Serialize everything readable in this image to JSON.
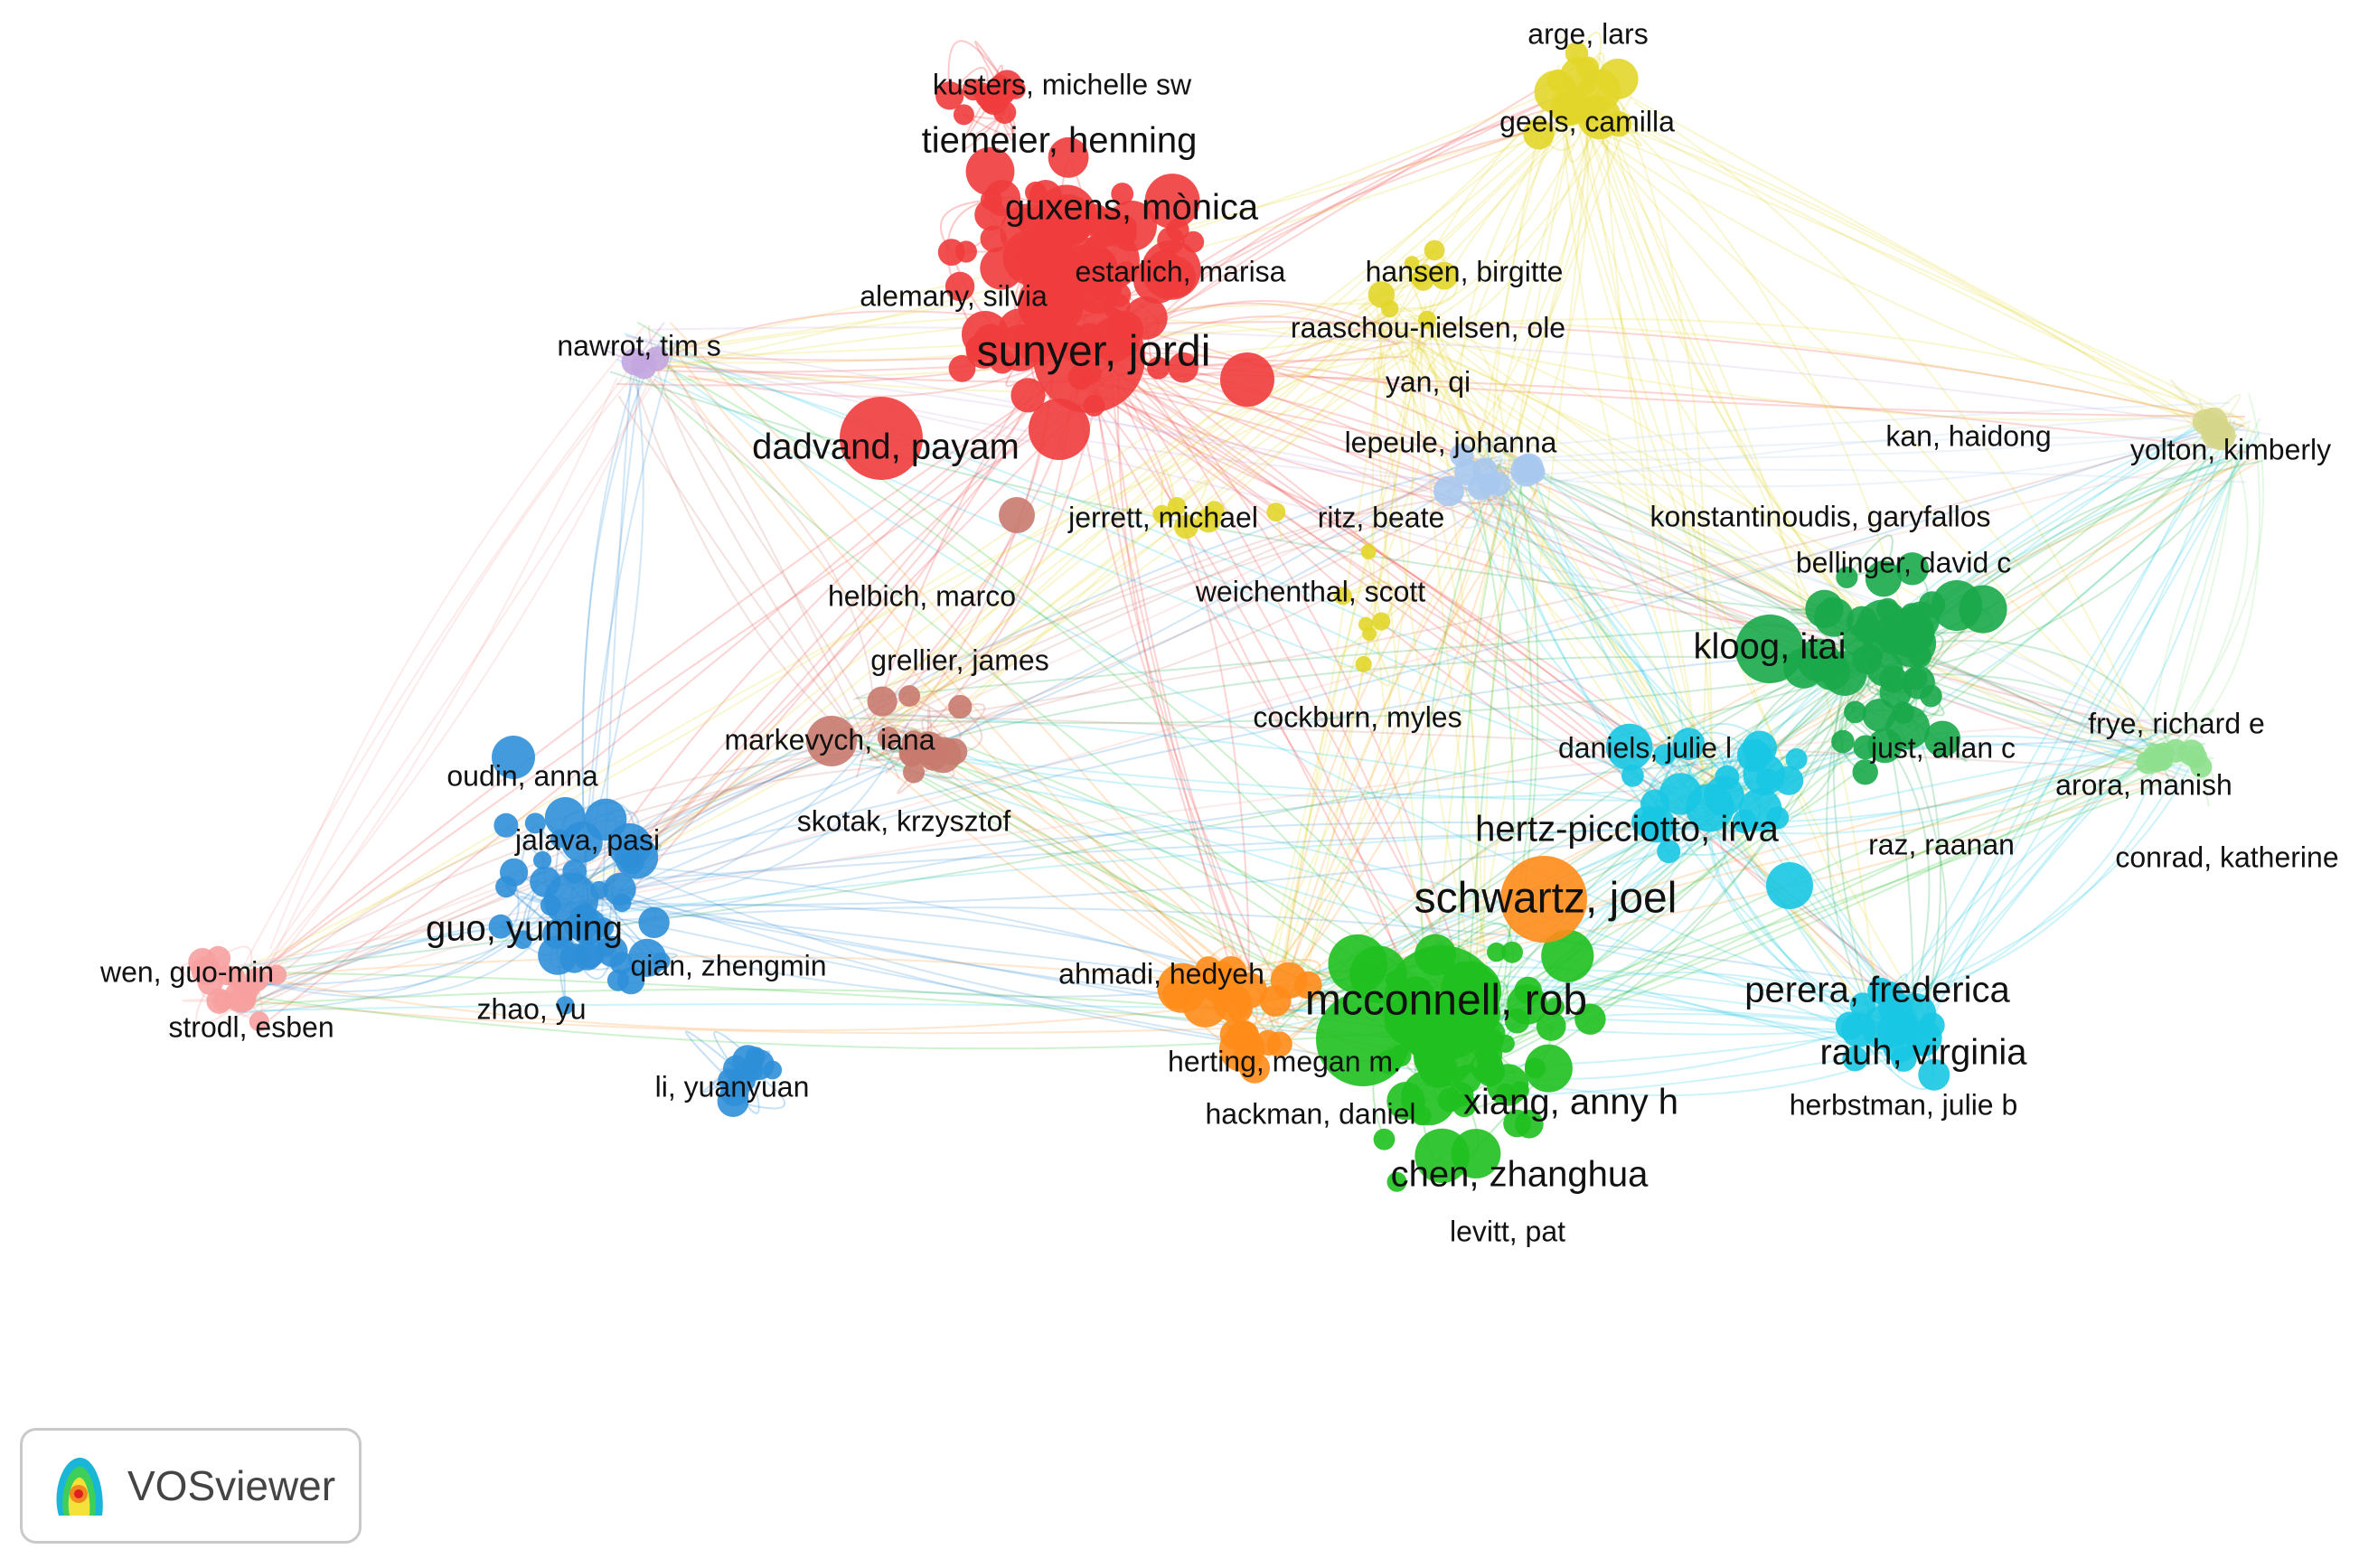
{
  "colors": {
    "red": "#f03c3c",
    "yellow": "#e2d62a",
    "blue": "#2f8fd8",
    "green": "#1fc01f",
    "dkgreen": "#19a84a",
    "cyan": "#18c7e3",
    "orange": "#ff8c1a",
    "brown": "#c87a6e",
    "pink": "#f7a0a0",
    "lavender": "#c3a6e0",
    "ltblue": "#a9c8ee",
    "ltgreen": "#8ee08e",
    "olive": "#d6d68a"
  },
  "labels": [
    {
      "text": "kusters, michelle sw",
      "size": 1,
      "c": "red"
    },
    {
      "text": "tiemeier, henning",
      "size": 2,
      "c": "red"
    },
    {
      "text": "guxens, mònica",
      "size": 2,
      "c": "red"
    },
    {
      "text": "estarlich, marisa",
      "size": 1,
      "c": "red"
    },
    {
      "text": "alemany, silvia",
      "size": 1,
      "c": "red"
    },
    {
      "text": "sunyer, jordi",
      "size": 3,
      "c": "red"
    },
    {
      "text": "dadvand, payam",
      "size": 2,
      "c": "red"
    },
    {
      "text": "nawrot, tim s",
      "size": 1,
      "c": "lavender"
    },
    {
      "text": "arge, lars",
      "size": 1,
      "c": "yellow"
    },
    {
      "text": "geels, camilla",
      "size": 1,
      "c": "yellow"
    },
    {
      "text": "hansen, birgitte",
      "size": 1,
      "c": "yellow"
    },
    {
      "text": "raaschou-nielsen, ole",
      "size": 1,
      "c": "yellow"
    },
    {
      "text": "yan, qi",
      "size": 1,
      "c": "yellow"
    },
    {
      "text": "lepeule, johanna",
      "size": 1,
      "c": "ltblue"
    },
    {
      "text": "jerrett, michael",
      "size": 1,
      "c": "yellow"
    },
    {
      "text": "ritz, beate",
      "size": 1,
      "c": "yellow"
    },
    {
      "text": "weichenthal, scott",
      "size": 1,
      "c": "yellow"
    },
    {
      "text": "helbich, marco",
      "size": 1,
      "c": "brown"
    },
    {
      "text": "grellier, james",
      "size": 1,
      "c": "brown"
    },
    {
      "text": "markevych, iana",
      "size": 1,
      "c": "brown"
    },
    {
      "text": "skotak, krzysztof",
      "size": 1,
      "c": "brown"
    },
    {
      "text": "cockburn, myles",
      "size": 1,
      "c": "yellow"
    },
    {
      "text": "kan, haidong",
      "size": 1,
      "c": "dkgreen"
    },
    {
      "text": "yolton, kimberly",
      "size": 1,
      "c": "olive"
    },
    {
      "text": "konstantinoudis, garyfallos",
      "size": 1,
      "c": "dkgreen"
    },
    {
      "text": "bellinger, david c",
      "size": 1,
      "c": "dkgreen"
    },
    {
      "text": "kloog, itai",
      "size": 2,
      "c": "dkgreen"
    },
    {
      "text": "daniels, julie l",
      "size": 1,
      "c": "cyan"
    },
    {
      "text": "just, allan c",
      "size": 1,
      "c": "dkgreen"
    },
    {
      "text": "frye, richard e",
      "size": 1,
      "c": "ltgreen"
    },
    {
      "text": "arora, manish",
      "size": 1,
      "c": "ltgreen"
    },
    {
      "text": "hertz-picciotto, irva",
      "size": 2,
      "c": "cyan"
    },
    {
      "text": "raz, raanan",
      "size": 1,
      "c": "dkgreen"
    },
    {
      "text": "conrad, katherine",
      "size": 1,
      "c": "ltgreen"
    },
    {
      "text": "oudin, anna",
      "size": 1,
      "c": "blue"
    },
    {
      "text": "jalava, pasi",
      "size": 1,
      "c": "blue"
    },
    {
      "text": "guo, yuming",
      "size": 2,
      "c": "blue"
    },
    {
      "text": "qian, zhengmin",
      "size": 1,
      "c": "blue"
    },
    {
      "text": "wen, guo-min",
      "size": 1,
      "c": "pink"
    },
    {
      "text": "strodl, esben",
      "size": 1,
      "c": "pink"
    },
    {
      "text": "zhao, yu",
      "size": 1,
      "c": "blue"
    },
    {
      "text": "li, yuanyuan",
      "size": 1,
      "c": "blue"
    },
    {
      "text": "schwartz, joel",
      "size": 3,
      "c": "orange"
    },
    {
      "text": "ahmadi, hedyeh",
      "size": 1,
      "c": "orange"
    },
    {
      "text": "mcconnell, rob",
      "size": 3,
      "c": "green"
    },
    {
      "text": "perera, frederica",
      "size": 2,
      "c": "cyan"
    },
    {
      "text": "herting, megan m.",
      "size": 1,
      "c": "orange"
    },
    {
      "text": "rauh, virginia",
      "size": 2,
      "c": "cyan"
    },
    {
      "text": "xiang, anny h",
      "size": 2,
      "c": "green"
    },
    {
      "text": "herbstman, julie b",
      "size": 1,
      "c": "cyan"
    },
    {
      "text": "hackman, daniel",
      "size": 1,
      "c": "green"
    },
    {
      "text": "chen, zhanghua",
      "size": 2,
      "c": "green"
    },
    {
      "text": "levitt, pat",
      "size": 1,
      "c": "green"
    }
  ],
  "badge": {
    "brand": "VOSviewer"
  }
}
